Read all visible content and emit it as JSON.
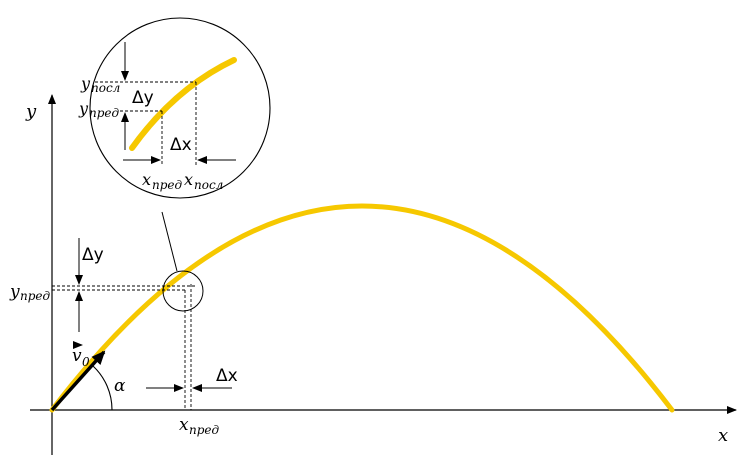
{
  "axes": {
    "x_label": "x",
    "y_label": "y"
  },
  "angle_label": "α",
  "velocity": {
    "symbol": "v",
    "subscript": "0"
  },
  "main": {
    "delta_y": "Δy",
    "delta_x": "Δx",
    "y_label_var": "y",
    "y_label_sub": "пред",
    "x_label_var": "x",
    "x_label_sub": "пред"
  },
  "zoom": {
    "y_prev_var": "y",
    "y_prev_sub": "пред",
    "y_next_var": "y",
    "y_next_sub": "посл",
    "x_prev_var": "x",
    "x_prev_sub": "пред",
    "x_next_var": "x",
    "x_next_sub": "посл",
    "delta_y": "Δy",
    "delta_x": "Δx"
  },
  "colors": {
    "trajectory": "#F6C800",
    "lines": "#000000"
  }
}
